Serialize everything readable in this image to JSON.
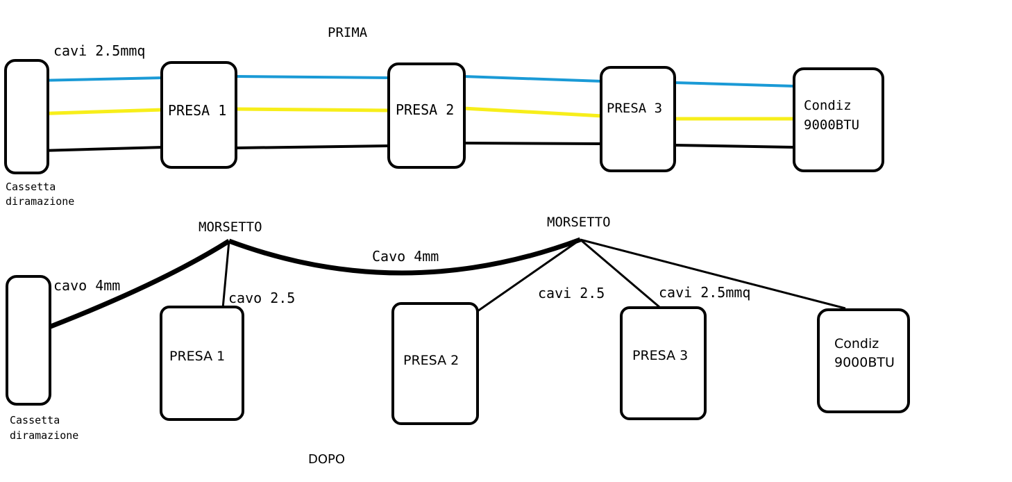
{
  "colors": {
    "wire_blue": "#1a9ad6",
    "wire_yellow": "#f7ee1a",
    "wire_black": "#000000"
  },
  "prima": {
    "title": "PRIMA",
    "wire_label": "cavi 2.5mmq",
    "cassetta": {
      "line1": "Cassetta",
      "line2": "diramazione"
    },
    "presa1": "PRESA 1",
    "presa2": "PRESA 2",
    "presa3": "PRESA 3",
    "condiz": {
      "line1": "Condiz",
      "line2": "9000BTU"
    }
  },
  "dopo": {
    "title": "DOPO",
    "morsetto1": "MORSETTO",
    "morsetto2": "MORSETTO",
    "cavo_4mm_left": "cavo 4mm",
    "cavo_4mm_mid": "Cavo 4mm",
    "cavo_25_left": "cavo 2.5",
    "cavi_25_mid": "cavi 2.5",
    "cavi_25mmq_right": "cavi 2.5mmq",
    "cassetta": {
      "line1": "Cassetta",
      "line2": "diramazione"
    },
    "presa1": "PRESA 1",
    "presa2": "PRESA 2",
    "presa3": "PRESA 3",
    "condiz": {
      "line1": "Condiz",
      "line2": "9000BTU"
    }
  }
}
